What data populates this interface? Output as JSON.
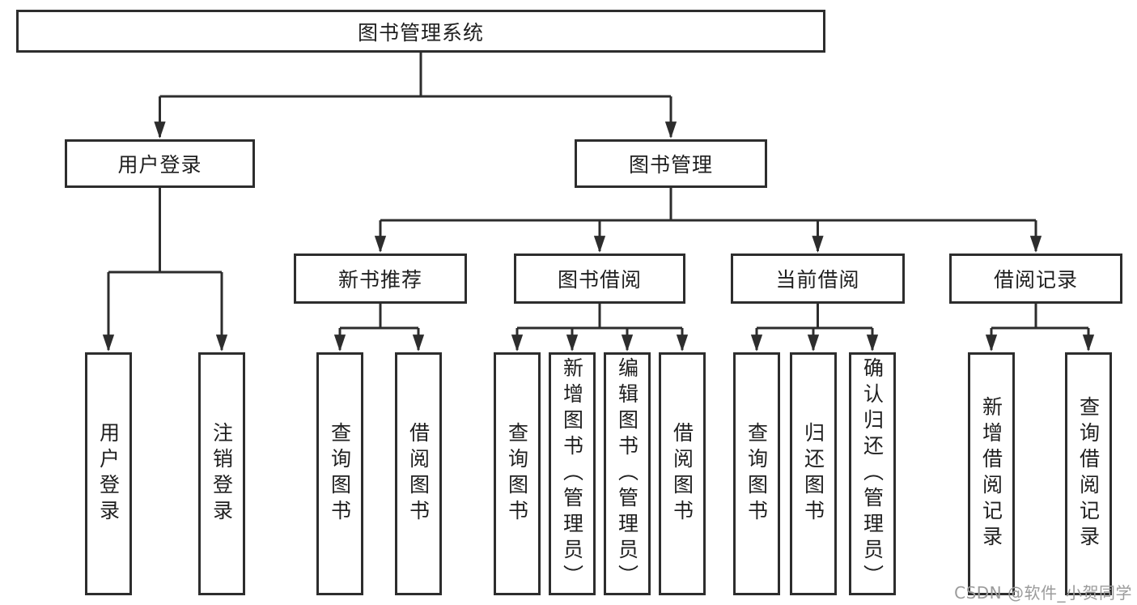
{
  "diagram_type": "tree",
  "tree": {
    "label": "图书管理系统",
    "children": [
      {
        "label": "用户登录",
        "children": [
          {
            "label": "用户登录"
          },
          {
            "label": "注销登录"
          }
        ]
      },
      {
        "label": "图书管理",
        "children": [
          {
            "label": "新书推荐",
            "children": [
              {
                "label": "查询图书"
              },
              {
                "label": "借阅图书"
              }
            ]
          },
          {
            "label": "图书借阅",
            "children": [
              {
                "label": "查询图书"
              },
              {
                "label": "新增图书（管理员）"
              },
              {
                "label": "编辑图书（管理员）"
              },
              {
                "label": "借阅图书"
              }
            ]
          },
          {
            "label": "当前借阅",
            "children": [
              {
                "label": "查询图书"
              },
              {
                "label": "归还图书"
              },
              {
                "label": "确认归还（管理员）"
              }
            ]
          },
          {
            "label": "借阅记录",
            "children": [
              {
                "label": "新增借阅记录"
              },
              {
                "label": "查询借阅记录"
              }
            ]
          }
        ]
      }
    ]
  },
  "watermark": "CSDN @软件_小贺同学",
  "colors": {
    "line": "#2d2d2d",
    "box_border": "#2d2d2d",
    "box_fill": "#ffffff",
    "text": "#1f1f1f",
    "watermark": "#9b9b9b"
  }
}
